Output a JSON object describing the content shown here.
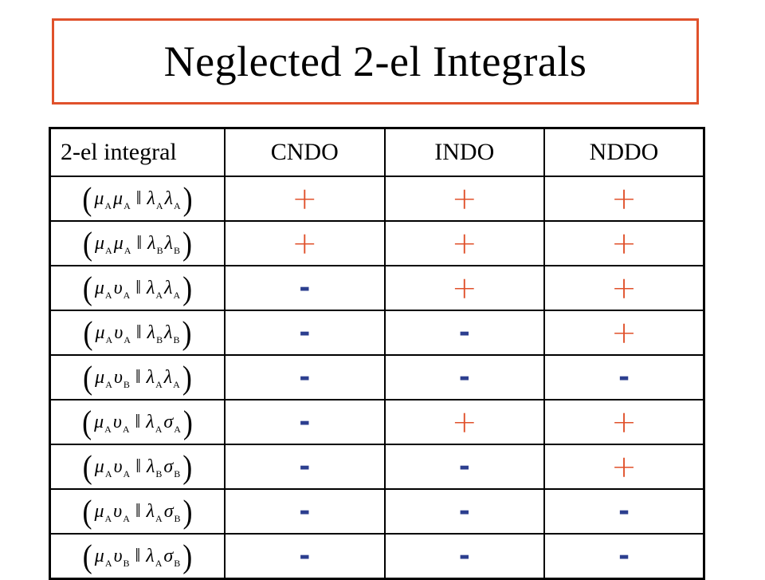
{
  "title": "Neglected 2-el Integrals",
  "colors": {
    "accent": "#e0512b",
    "minus": "#2c3f8f"
  },
  "table": {
    "headers": [
      "2-el integral",
      "CNDO",
      "INDO",
      "NDDO"
    ],
    "rows": [
      {
        "f": [
          [
            "μ",
            "A"
          ],
          [
            "μ",
            "A"
          ],
          [
            "λ",
            "A"
          ],
          [
            "λ",
            "A"
          ]
        ],
        "v": [
          "+",
          "+",
          "+"
        ]
      },
      {
        "f": [
          [
            "μ",
            "A"
          ],
          [
            "μ",
            "A"
          ],
          [
            "λ",
            "B"
          ],
          [
            "λ",
            "B"
          ]
        ],
        "v": [
          "+",
          "+",
          "+"
        ]
      },
      {
        "f": [
          [
            "μ",
            "A"
          ],
          [
            "υ",
            "A"
          ],
          [
            "λ",
            "A"
          ],
          [
            "λ",
            "A"
          ]
        ],
        "v": [
          "-",
          "+",
          "+"
        ]
      },
      {
        "f": [
          [
            "μ",
            "A"
          ],
          [
            "υ",
            "A"
          ],
          [
            "λ",
            "B"
          ],
          [
            "λ",
            "B"
          ]
        ],
        "v": [
          "-",
          "-",
          "+"
        ]
      },
      {
        "f": [
          [
            "μ",
            "A"
          ],
          [
            "υ",
            "B"
          ],
          [
            "λ",
            "A"
          ],
          [
            "λ",
            "A"
          ]
        ],
        "v": [
          "-",
          "-",
          "-"
        ]
      },
      {
        "f": [
          [
            "μ",
            "A"
          ],
          [
            "υ",
            "A"
          ],
          [
            "λ",
            "A"
          ],
          [
            "σ",
            "A"
          ]
        ],
        "v": [
          "-",
          "+",
          "+"
        ]
      },
      {
        "f": [
          [
            "μ",
            "A"
          ],
          [
            "υ",
            "A"
          ],
          [
            "λ",
            "B"
          ],
          [
            "σ",
            "B"
          ]
        ],
        "v": [
          "-",
          "-",
          "+"
        ]
      },
      {
        "f": [
          [
            "μ",
            "A"
          ],
          [
            "υ",
            "A"
          ],
          [
            "λ",
            "A"
          ],
          [
            "σ",
            "B"
          ]
        ],
        "v": [
          "-",
          "-",
          "-"
        ]
      },
      {
        "f": [
          [
            "μ",
            "A"
          ],
          [
            "υ",
            "B"
          ],
          [
            "λ",
            "A"
          ],
          [
            "σ",
            "B"
          ]
        ],
        "v": [
          "-",
          "-",
          "-"
        ]
      }
    ]
  }
}
